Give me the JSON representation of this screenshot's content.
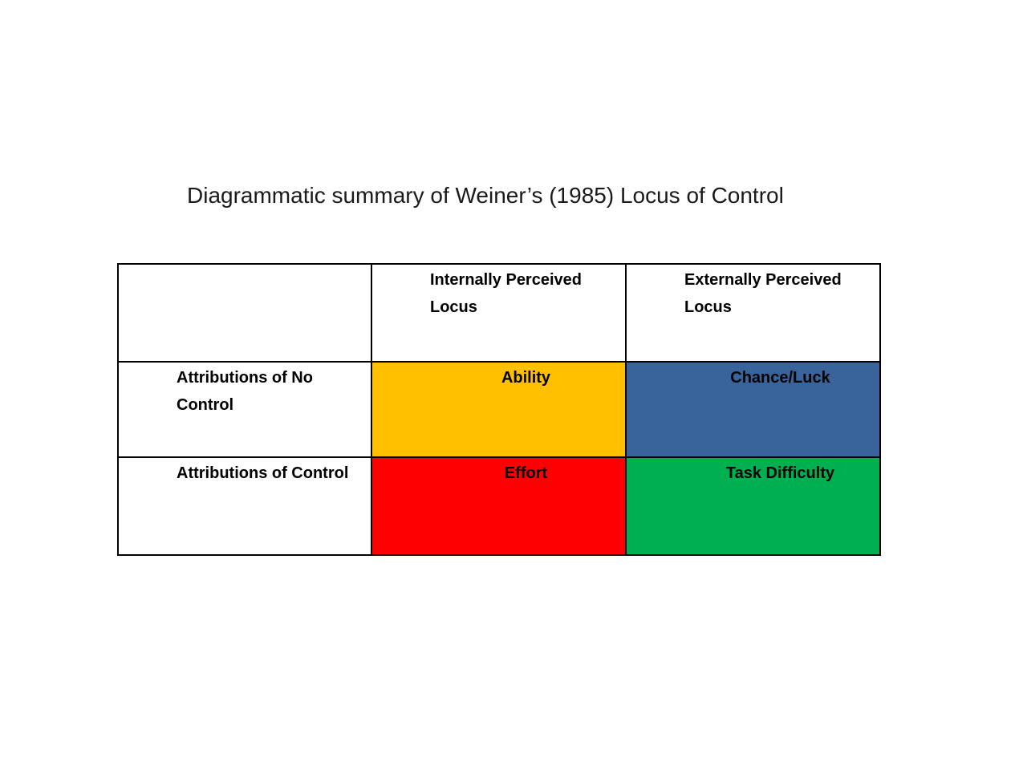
{
  "title": "Diagrammatic summary of Weiner’s (1985) Locus of Control",
  "matrix": {
    "col_headers": [
      "Internally Perceived Locus",
      "Externally Perceived Locus"
    ],
    "row_headers": [
      "Attributions of No Control",
      "Attributions of Control"
    ],
    "cells": [
      {
        "label": "Ability",
        "bg": "#FFC000"
      },
      {
        "label": "Chance/Luck",
        "bg": "#38639B"
      },
      {
        "label": "Effort",
        "bg": "#FF0000"
      },
      {
        "label": "Task Difficulty",
        "bg": "#00B050"
      }
    ],
    "border_color": "#000000"
  }
}
